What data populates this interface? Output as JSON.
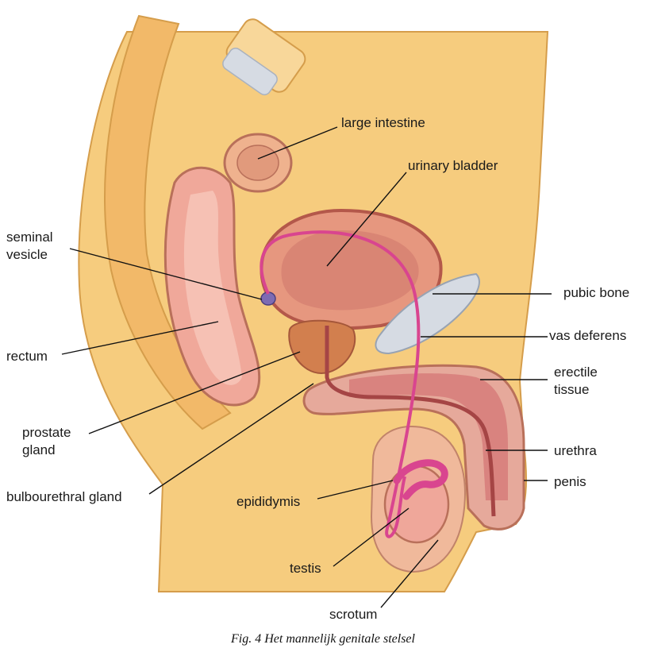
{
  "labels": {
    "large_intestine": "large intestine",
    "urinary_bladder": "urinary bladder",
    "seminal_vesicle_line1": "seminal",
    "seminal_vesicle_line2": "vesicle",
    "pubic_bone": "pubic bone",
    "vas_deferens": "vas deferens",
    "rectum": "rectum",
    "erectile_tissue_line1": "erectile",
    "erectile_tissue_line2": "tissue",
    "prostate_gland_line1": "prostate",
    "prostate_gland_line2": "gland",
    "urethra": "urethra",
    "bulbourethral_gland": "bulbourethral gland",
    "penis": "penis",
    "epididymis": "epididymis",
    "testis": "testis",
    "scrotum": "scrotum"
  },
  "caption": "Fig. 4 Het mannelijk genitale stelsel",
  "colors": {
    "background": "#ffffff",
    "skin": "#f6cc7e",
    "skin_dark": "#e9b25d",
    "tissue_pink": "#e9a08c",
    "tissue_red": "#c96556",
    "muscle": "#d98574",
    "vas_deferens": "#d9458f",
    "bone": "#d6dbe3"
  }
}
